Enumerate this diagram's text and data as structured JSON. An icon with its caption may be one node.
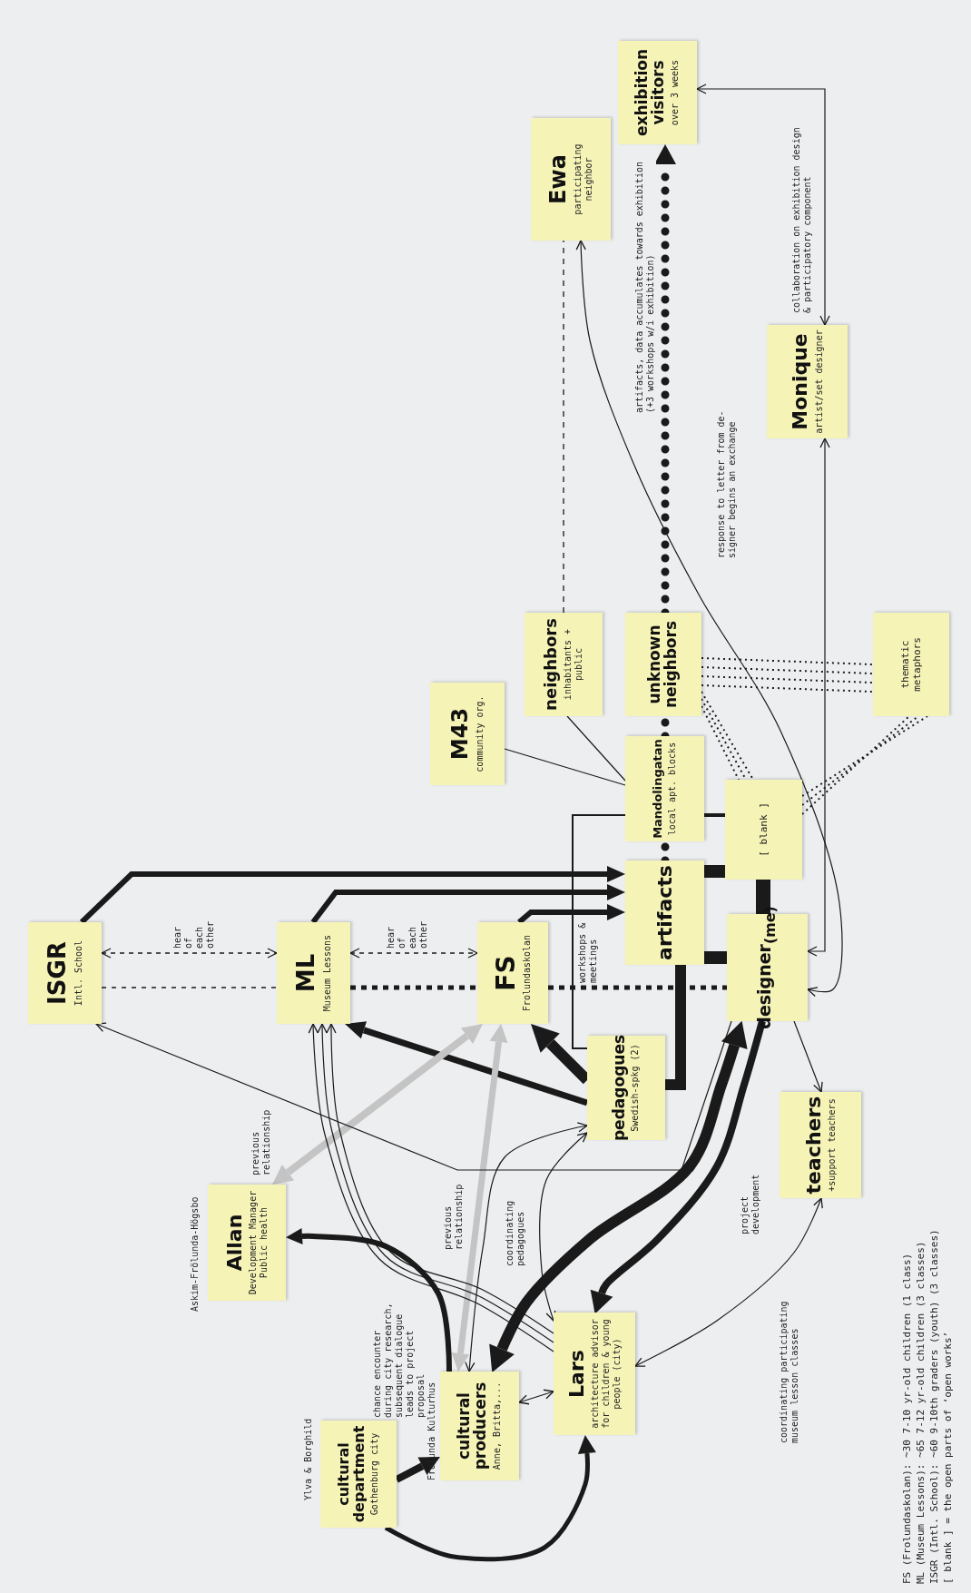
{
  "diagram": {
    "nodes": [
      {
        "text": [
          "ISGR",
          "Intl. School"
        ]
      },
      {
        "text": [
          "ML",
          "Museum Lessons"
        ]
      },
      {
        "text": [
          "FS",
          "Frolundaskolan"
        ]
      },
      {
        "text": [
          "artifacts"
        ]
      },
      {
        "text": [
          "Mandolingatan",
          "local apt. blocks"
        ]
      },
      {
        "text": [
          "[ blank ]"
        ]
      },
      {
        "text": [
          "designer$_{(me)}$"
        ]
      },
      {
        "text": [
          "unknown neighbors"
        ]
      },
      {
        "text": [
          "neighbors",
          "inhabitants + public"
        ]
      },
      {
        "text": [
          "M43",
          "community org."
        ]
      },
      {
        "text": [
          "thematic metaphors"
        ]
      },
      {
        "text": [
          "Ewa",
          "participating neighbor"
        ]
      },
      {
        "text": [
          "exhibition visitors",
          "over 3 weeks"
        ]
      },
      {
        "text": [
          "Monique",
          "artist/set designer"
        ]
      },
      {
        "text": [
          "pedagogues",
          "Swedish-spkg (2)"
        ]
      },
      {
        "text": [
          "teachers",
          "+support teachers"
        ]
      },
      {
        "text": [
          "Allan",
          "Development Manager Public health"
        ],
        "beside": [
          "Askim-Frölunda-Högsbo"
        ]
      },
      {
        "text": [
          "Lars",
          "architecture advisor for children & young people (city)"
        ]
      },
      {
        "text": [
          "Frolunda Kulturhus",
          "cultural producers",
          "Anne, Britta,..."
        ]
      },
      {
        "text": [
          "cultural department",
          "Gothenburg city"
        ],
        "beside": [
          "Ylva & Borghild"
        ]
      }
    ],
    "edges": [
      {
        "from": 0,
        "to": 1,
        "arrow": "both",
        "label": "hear of each other",
        "style": "dashed"
      },
      {
        "from": 1,
        "to": 2,
        "arrow": "both",
        "label": "hear of each other",
        "style": "dashed"
      },
      {
        "from": 0,
        "to": 1,
        "arrow": "none",
        "style": "dashed"
      },
      {
        "from": 1,
        "to": 2,
        "arrow": "none",
        "style": "dashed"
      },
      {
        "from": 2,
        "to": 6,
        "arrow": "none",
        "label": "workshops & meetings",
        "style": "dashed"
      },
      {
        "from": 0,
        "to": 3,
        "arrow": "to",
        "style": "thick"
      },
      {
        "from": 1,
        "to": 3,
        "arrow": "to",
        "style": "thick"
      },
      {
        "from": 2,
        "to": 3,
        "arrow": "to",
        "style": "thick"
      },
      {
        "from": 3,
        "to": 5,
        "arrow": "none",
        "style": "thick"
      },
      {
        "from": 3,
        "to": 6,
        "arrow": "none",
        "style": "thick"
      },
      {
        "from": 5,
        "to": 6,
        "arrow": "none",
        "style": "thick"
      },
      {
        "from": 7,
        "to": 12,
        "arrow": "to",
        "label": "artifacts, data accumulates towards exhibition (+3 workshops w/i exhibition)",
        "style": "dashed"
      },
      {
        "from": 8,
        "to": 11,
        "arrow": "none",
        "style": "dashed"
      },
      {
        "from": 11,
        "to": 6,
        "arrow": "both",
        "label": "response to letter from de- signer begins an exchange"
      },
      {
        "from": 12,
        "to": 13,
        "arrow": "both",
        "label": "collaboration on exhibition design & participatory component"
      },
      {
        "from": 13,
        "to": 6,
        "arrow": "both"
      },
      {
        "from": 7,
        "to": 10,
        "arrow": "none",
        "style": "dashed"
      },
      {
        "from": 5,
        "to": 10,
        "arrow": "none",
        "style": "dashed"
      },
      {
        "from": 7,
        "to": 5,
        "arrow": "none",
        "style": "dashed"
      },
      {
        "from": 9,
        "to": 4,
        "arrow": "none"
      },
      {
        "from": 8,
        "to": 4,
        "arrow": "none"
      },
      {
        "from": 4,
        "to": 5,
        "arrow": "none"
      },
      {
        "from": 4,
        "to": 14,
        "arrow": "none"
      },
      {
        "from": 3,
        "to": 14,
        "arrow": "none",
        "style": "thick"
      },
      {
        "from": 14,
        "to": 2,
        "arrow": "to",
        "style": "thick"
      },
      {
        "from": 14,
        "to": 1,
        "arrow": "to",
        "style": "thick"
      },
      {
        "from": 16,
        "to": 2,
        "arrow": "both",
        "label": "previous relationship",
        "style": "thick",
        "color": "#c4c4c4"
      },
      {
        "from": 18,
        "to": 2,
        "arrow": "both",
        "label": "previous relationship",
        "style": "thick",
        "color": "#c4c4c4"
      },
      {
        "from": 6,
        "to": 18,
        "arrow": "both",
        "style": "thick"
      },
      {
        "from": 6,
        "to": 17,
        "arrow": "to",
        "label": "project development",
        "style": "thick"
      },
      {
        "from": 19,
        "to": 18,
        "arrow": "to",
        "style": "thick"
      },
      {
        "from": 19,
        "to": 17,
        "arrow": "to",
        "style": "thick"
      },
      {
        "from": 18,
        "to": 16,
        "arrow": "to",
        "label": "chance encounter during city research, subsequent dialogue leads to project proposal",
        "style": "thick"
      },
      {
        "from": 18,
        "to": 17,
        "arrow": "both"
      },
      {
        "from": 17,
        "to": 1,
        "arrow": "to"
      },
      {
        "from": 17,
        "to": 1,
        "arrow": "to"
      },
      {
        "from": 17,
        "to": 1,
        "arrow": "to"
      },
      {
        "from": 18,
        "to": 14,
        "arrow": "both"
      },
      {
        "from": 17,
        "to": 14,
        "arrow": "both",
        "label": "coordinating pedagogues"
      },
      {
        "from": 17,
        "to": 15,
        "arrow": "both",
        "label": "coordinating participating museum lesson classes"
      },
      {
        "from": 6,
        "to": 15,
        "arrow": "to"
      },
      {
        "from": 6,
        "to": 0,
        "arrow": "to"
      },
      {
        "from": 3,
        "to": 4,
        "arrow": "none",
        "style": "dashed"
      },
      {
        "from": 4,
        "to": 7,
        "arrow": "none",
        "style": "dashed"
      }
    ],
    "labels": [
      "FS (Frolundaskolan): ~30 7-10 yr-old children (1 class)",
      "ML (Museum Lessons): ~65 7-12 yr-old children (3 classes)",
      "ISGR (Intl. School): ~60 9-10th graders (youth) (3 classes)",
      "[ blank ] = the open parts of ‘open works’"
    ]
  }
}
